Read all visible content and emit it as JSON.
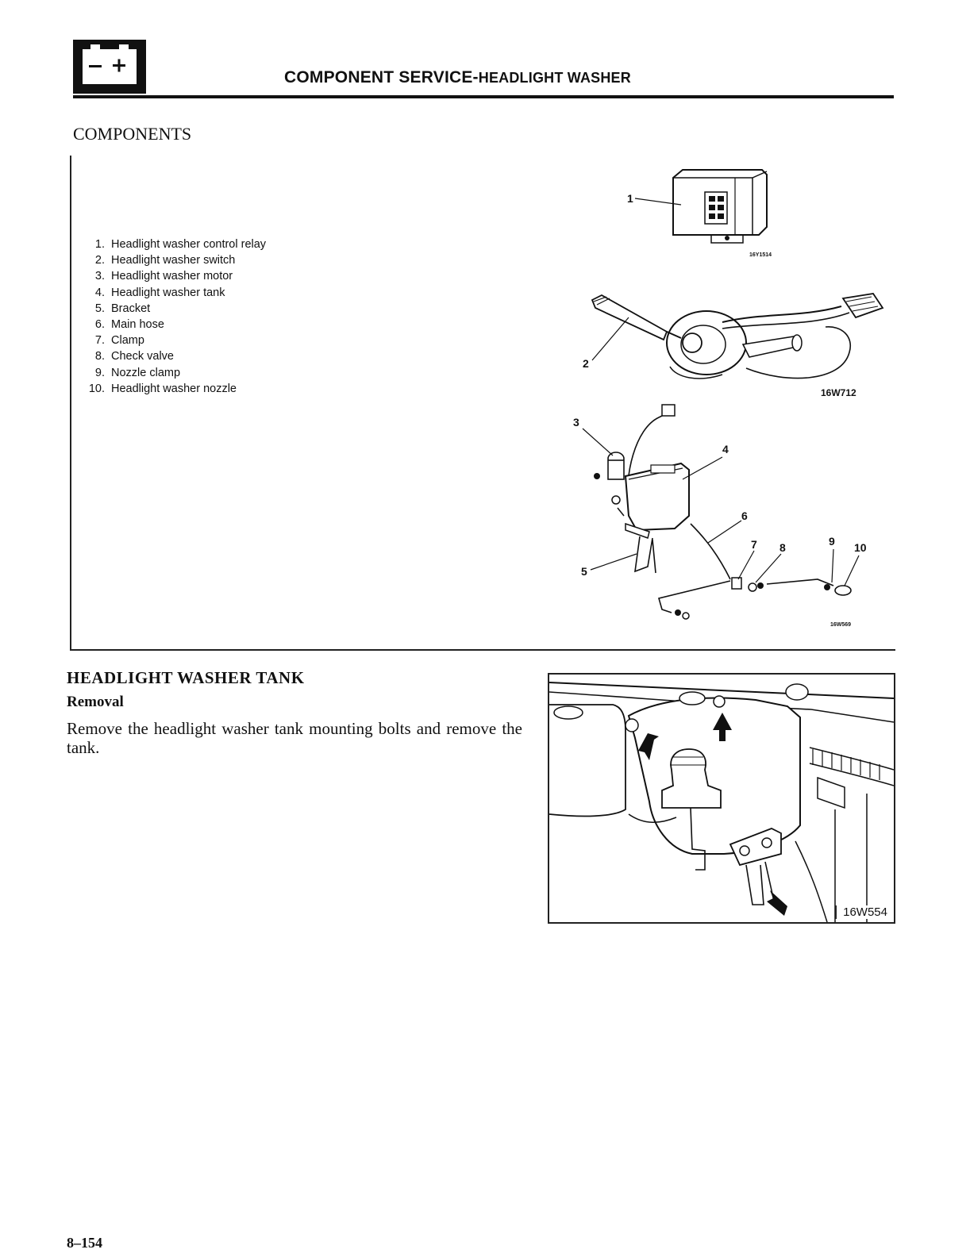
{
  "header": {
    "icon_name": "battery-icon",
    "title_main": "COMPONENT SERVICE-",
    "title_sub": "HEADLIGHT WASHER"
  },
  "components": {
    "heading": "COMPONENTS",
    "parts": [
      {
        "num": "1.",
        "label": "Headlight washer control relay"
      },
      {
        "num": "2.",
        "label": "Headlight washer switch"
      },
      {
        "num": "3.",
        "label": "Headlight washer motor"
      },
      {
        "num": "4.",
        "label": "Headlight washer tank"
      },
      {
        "num": "5.",
        "label": "Bracket"
      },
      {
        "num": "6.",
        "label": "Main hose"
      },
      {
        "num": "7.",
        "label": "Clamp"
      },
      {
        "num": "8.",
        "label": "Check valve"
      },
      {
        "num": "9.",
        "label": "Nozzle clamp"
      },
      {
        "num": "10.",
        "label": "Headlight washer nozzle"
      }
    ],
    "figure_codes": {
      "relay": "16Y1514",
      "switch": "16W712",
      "tank_assembly": "16W569"
    },
    "callouts": [
      "1",
      "2",
      "3",
      "4",
      "5",
      "6",
      "7",
      "8",
      "9",
      "10"
    ]
  },
  "tank_section": {
    "heading": "HEADLIGHT WASHER TANK",
    "subheading": "Removal",
    "text": "Remove the headlight washer tank mounting bolts and remove the tank.",
    "photo_code": "16W554"
  },
  "footer": {
    "page_number": "8–154"
  }
}
